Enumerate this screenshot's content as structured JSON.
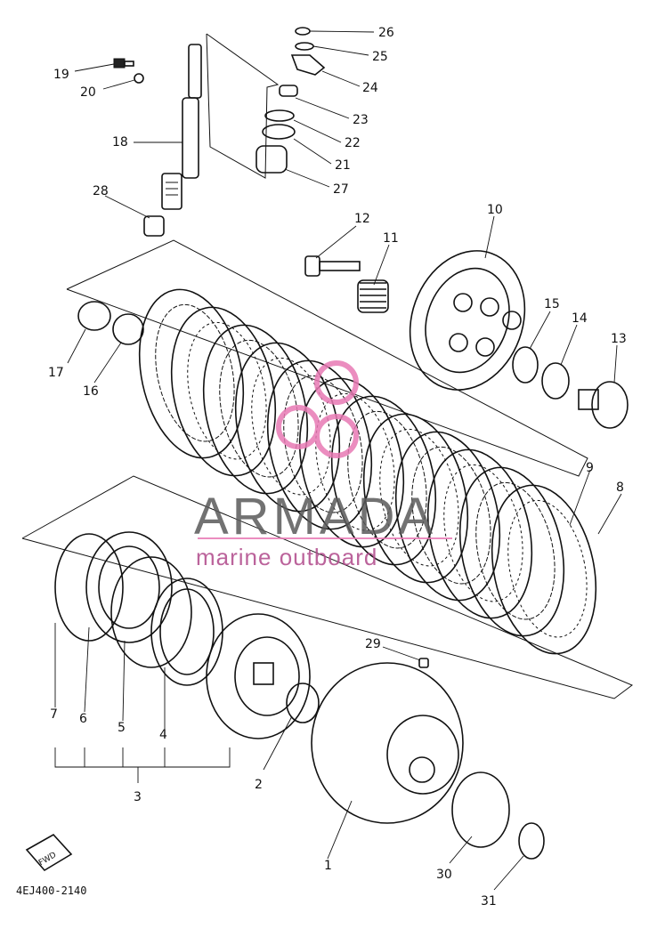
{
  "diagram": {
    "code": "4EJ400-2140",
    "fwd_label": "FWD",
    "callouts": [
      {
        "id": "c1",
        "text": "1"
      },
      {
        "id": "c2",
        "text": "2"
      },
      {
        "id": "c3",
        "text": "3"
      },
      {
        "id": "c4",
        "text": "4"
      },
      {
        "id": "c5",
        "text": "5"
      },
      {
        "id": "c6",
        "text": "6"
      },
      {
        "id": "c7",
        "text": "7"
      },
      {
        "id": "c8",
        "text": "8"
      },
      {
        "id": "c9",
        "text": "9"
      },
      {
        "id": "c10",
        "text": "10"
      },
      {
        "id": "c11",
        "text": "11"
      },
      {
        "id": "c12",
        "text": "12"
      },
      {
        "id": "c13",
        "text": "13"
      },
      {
        "id": "c14",
        "text": "14"
      },
      {
        "id": "c15",
        "text": "15"
      },
      {
        "id": "c16",
        "text": "16"
      },
      {
        "id": "c17",
        "text": "17"
      },
      {
        "id": "c18",
        "text": "18"
      },
      {
        "id": "c19",
        "text": "19"
      },
      {
        "id": "c20",
        "text": "20"
      },
      {
        "id": "c21",
        "text": "21"
      },
      {
        "id": "c22",
        "text": "22"
      },
      {
        "id": "c23",
        "text": "23"
      },
      {
        "id": "c24",
        "text": "24"
      },
      {
        "id": "c25",
        "text": "25"
      },
      {
        "id": "c26",
        "text": "26"
      },
      {
        "id": "c27",
        "text": "27"
      },
      {
        "id": "c28",
        "text": "28"
      },
      {
        "id": "c29",
        "text": "29"
      },
      {
        "id": "c30",
        "text": "30"
      },
      {
        "id": "c31",
        "text": "31"
      }
    ]
  },
  "watermark": {
    "brand": "ARMADA",
    "tagline": "marine outboard",
    "color": "#e87ab4"
  }
}
